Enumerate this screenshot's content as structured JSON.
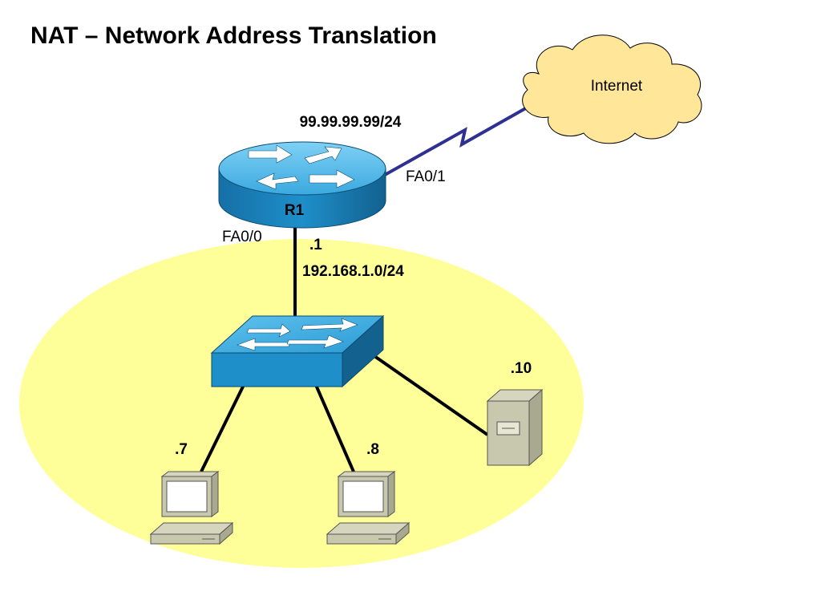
{
  "title": "NAT – Network Address Translation",
  "cloud": {
    "label": "Internet"
  },
  "router": {
    "name": "R1",
    "wan_address": "99.99.99.99/24",
    "wan_interface": "FA0/1",
    "lan_interface": "FA0/0",
    "lan_host": ".1"
  },
  "lan": {
    "network": "192.168.1.0/24"
  },
  "hosts": [
    {
      "label": ".7"
    },
    {
      "label": ".8"
    }
  ],
  "server": {
    "label": ".10"
  },
  "colors": {
    "lan_area": "#FFFF99",
    "cloud_fill": "#FFE699",
    "device_blue": "#1E8FC9",
    "serial_link": "#2E3192"
  }
}
